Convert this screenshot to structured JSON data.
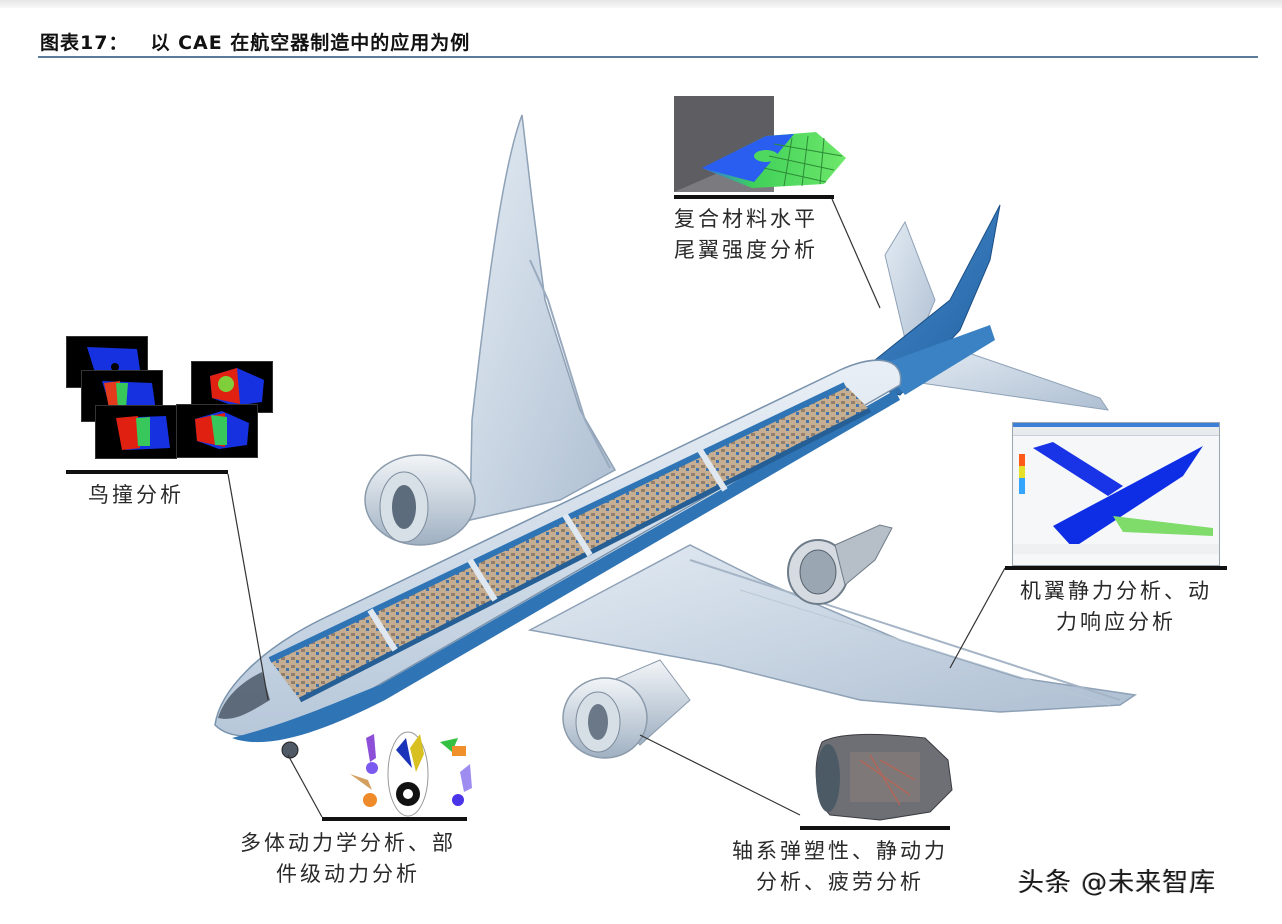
{
  "figure": {
    "number_label": "图表17：",
    "title": "以 CAE 在航空器制造中的应用为例",
    "accent_rule_color": "#5a7b9c"
  },
  "illustration": {
    "subject": "cutaway-airliner",
    "fuselage_color": "#2f74b5",
    "skin_color": "#c9d7e6"
  },
  "callouts": [
    {
      "id": "bird-strike",
      "label_lines": [
        "鸟撞分析"
      ]
    },
    {
      "id": "tailplane",
      "label_lines": [
        "复合材料水平",
        "尾翼强度分析"
      ]
    },
    {
      "id": "wing",
      "label_lines": [
        "机翼静力分析、动",
        "力响应分析"
      ]
    },
    {
      "id": "multibody",
      "label_lines": [
        "多体动力学分析、部",
        "件级动力分析"
      ]
    },
    {
      "id": "shafting",
      "label_lines": [
        "轴系弹塑性、静动力",
        "分析、疲劳分析"
      ]
    }
  ],
  "watermark": "头条 @未来智库"
}
